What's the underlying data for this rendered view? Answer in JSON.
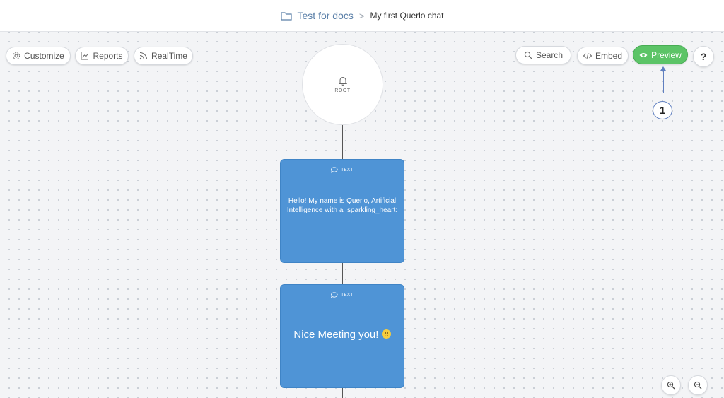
{
  "breadcrumb": {
    "project": "Test for docs",
    "separator": ">",
    "chat": "My first Querlo chat"
  },
  "toolbar_left": {
    "customize": "Customize",
    "reports": "Reports",
    "realtime": "RealTime"
  },
  "toolbar_right": {
    "search": "Search",
    "embed": "Embed",
    "preview": "Preview",
    "help": "?"
  },
  "root_node": {
    "label": "ROOT",
    "icon": "bell-icon"
  },
  "cards": [
    {
      "type": "TEXT",
      "text": "Hello! My name is Querlo, Artificial Intelligence with a :sparkling_heart:"
    },
    {
      "type": "TEXT",
      "text": "Nice Meeting you!"
    }
  ],
  "annotation": {
    "number": "1"
  },
  "colors": {
    "card": "#4f94d6",
    "preview": "#5cc467",
    "accent": "#5a7fa8"
  }
}
